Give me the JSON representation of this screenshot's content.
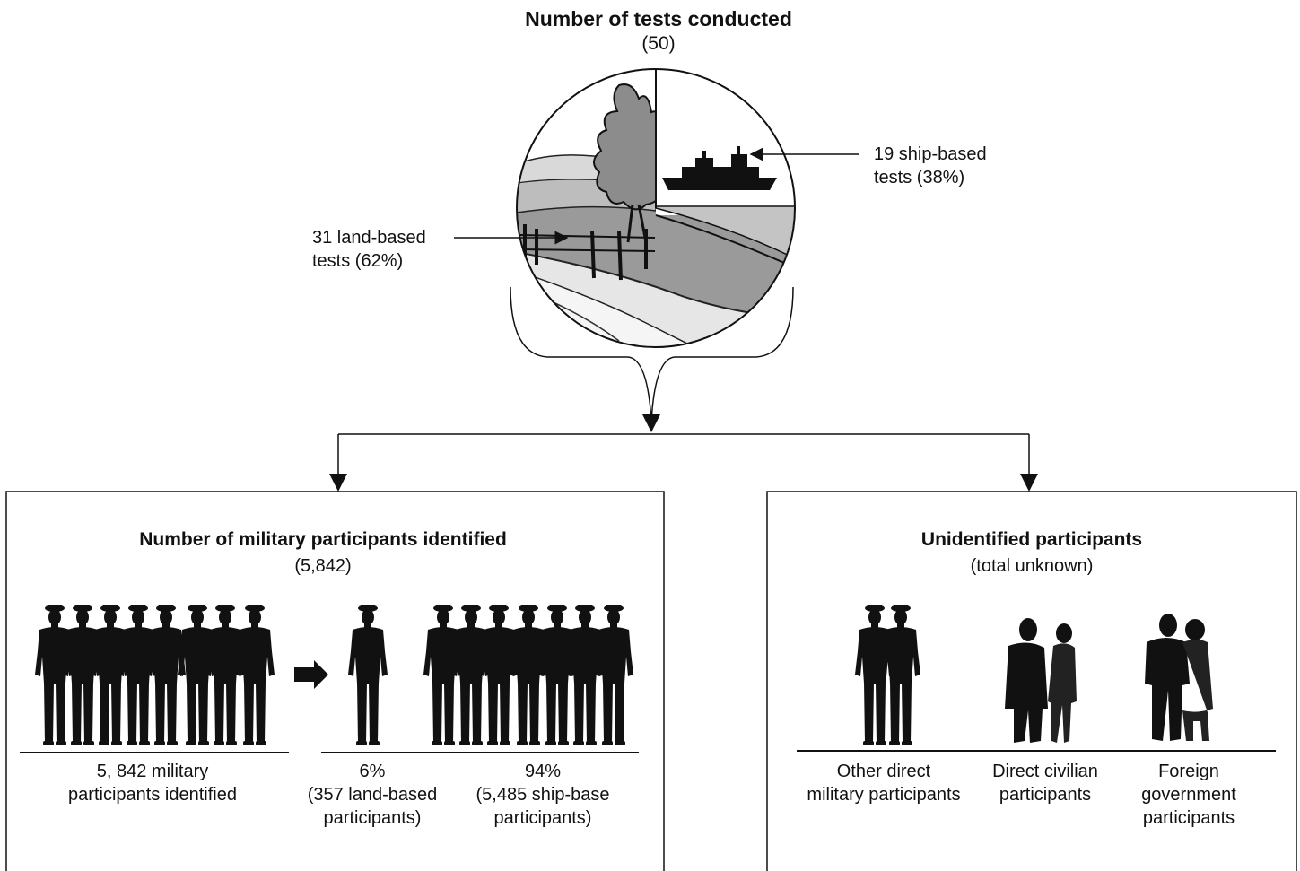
{
  "top": {
    "title": "Number of tests conducted",
    "total": "(50)",
    "land_label_line1": "31 land-based",
    "land_label_line2": "tests (62%)",
    "ship_label_line1": "19 ship-based",
    "ship_label_line2": "tests (38%)"
  },
  "left_box": {
    "title": "Number of military participants identified",
    "total": "(5,842)",
    "group1": {
      "line1": "5, 842 military",
      "line2": "participants identified"
    },
    "group2": {
      "line1": "6%",
      "line2": "(357 land-based",
      "line3": "participants)"
    },
    "group3": {
      "line1": "94%",
      "line2": "(5,485 ship-base",
      "line3": "participants)"
    }
  },
  "right_box": {
    "title": "Unidentified participants",
    "total": "(total unknown)",
    "group1": {
      "line1": "Other direct",
      "line2": "military participants"
    },
    "group2": {
      "line1": "Direct civilian",
      "line2": "participants"
    },
    "group3": {
      "line1": "Foreign",
      "line2": "government",
      "line3": "participants"
    }
  },
  "icons": [
    "land-scene-icon",
    "ship-icon",
    "soldier-icon",
    "civilian-couple-icon",
    "arrow-right-icon"
  ]
}
